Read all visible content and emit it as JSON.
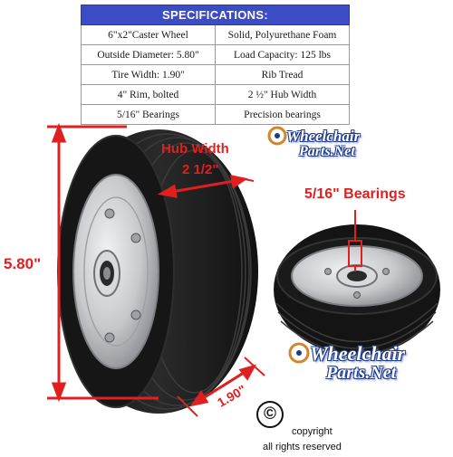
{
  "specifications": {
    "header": "SPECIFICATIONS:",
    "rows": [
      [
        "6\"x2\"Caster Wheel",
        "Solid, Polyurethane Foam"
      ],
      [
        "Outside Diameter: 5.80\"",
        "Load Capacity: 125 lbs"
      ],
      [
        "Tire Width: 1.90\"",
        "Rib Tread"
      ],
      [
        "4\" Rim, bolted",
        "2 ½\" Hub Width"
      ],
      [
        "5/16\" Bearings",
        "Precision bearings"
      ]
    ]
  },
  "callouts": {
    "hub_width_label": "Hub Width",
    "hub_width_value": "2 1/2\"",
    "diameter": "5.80\"",
    "tire_width": "1.90\"",
    "bearings": "5/16\" Bearings"
  },
  "logo": {
    "line1": "Wheelchair",
    "line2": "Parts.Net"
  },
  "copyright": {
    "symbol": "©",
    "label": "copyright",
    "rights": "all rights reserved"
  },
  "colors": {
    "header_blue": "#3b4cc4",
    "callout_red": "#e02020",
    "tire_black": "#1b1b1b",
    "rim_silver": "#c8c9cc"
  }
}
